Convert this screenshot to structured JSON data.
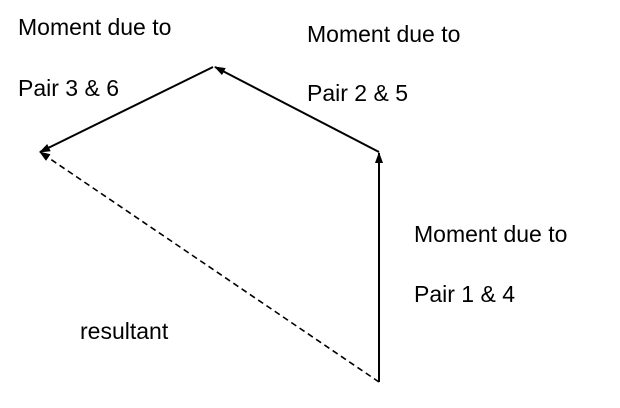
{
  "labels": {
    "pair36": {
      "line1": "Moment due to",
      "line2": "Pair 3 & 6"
    },
    "pair25": {
      "line1": "Moment due to",
      "line2": "Pair 2 & 5"
    },
    "pair14": {
      "line1": "Moment due to",
      "line2": "Pair 1 & 4"
    },
    "resultant": "resultant"
  },
  "colors": {
    "stroke": "#000000",
    "background": "#ffffff"
  }
}
